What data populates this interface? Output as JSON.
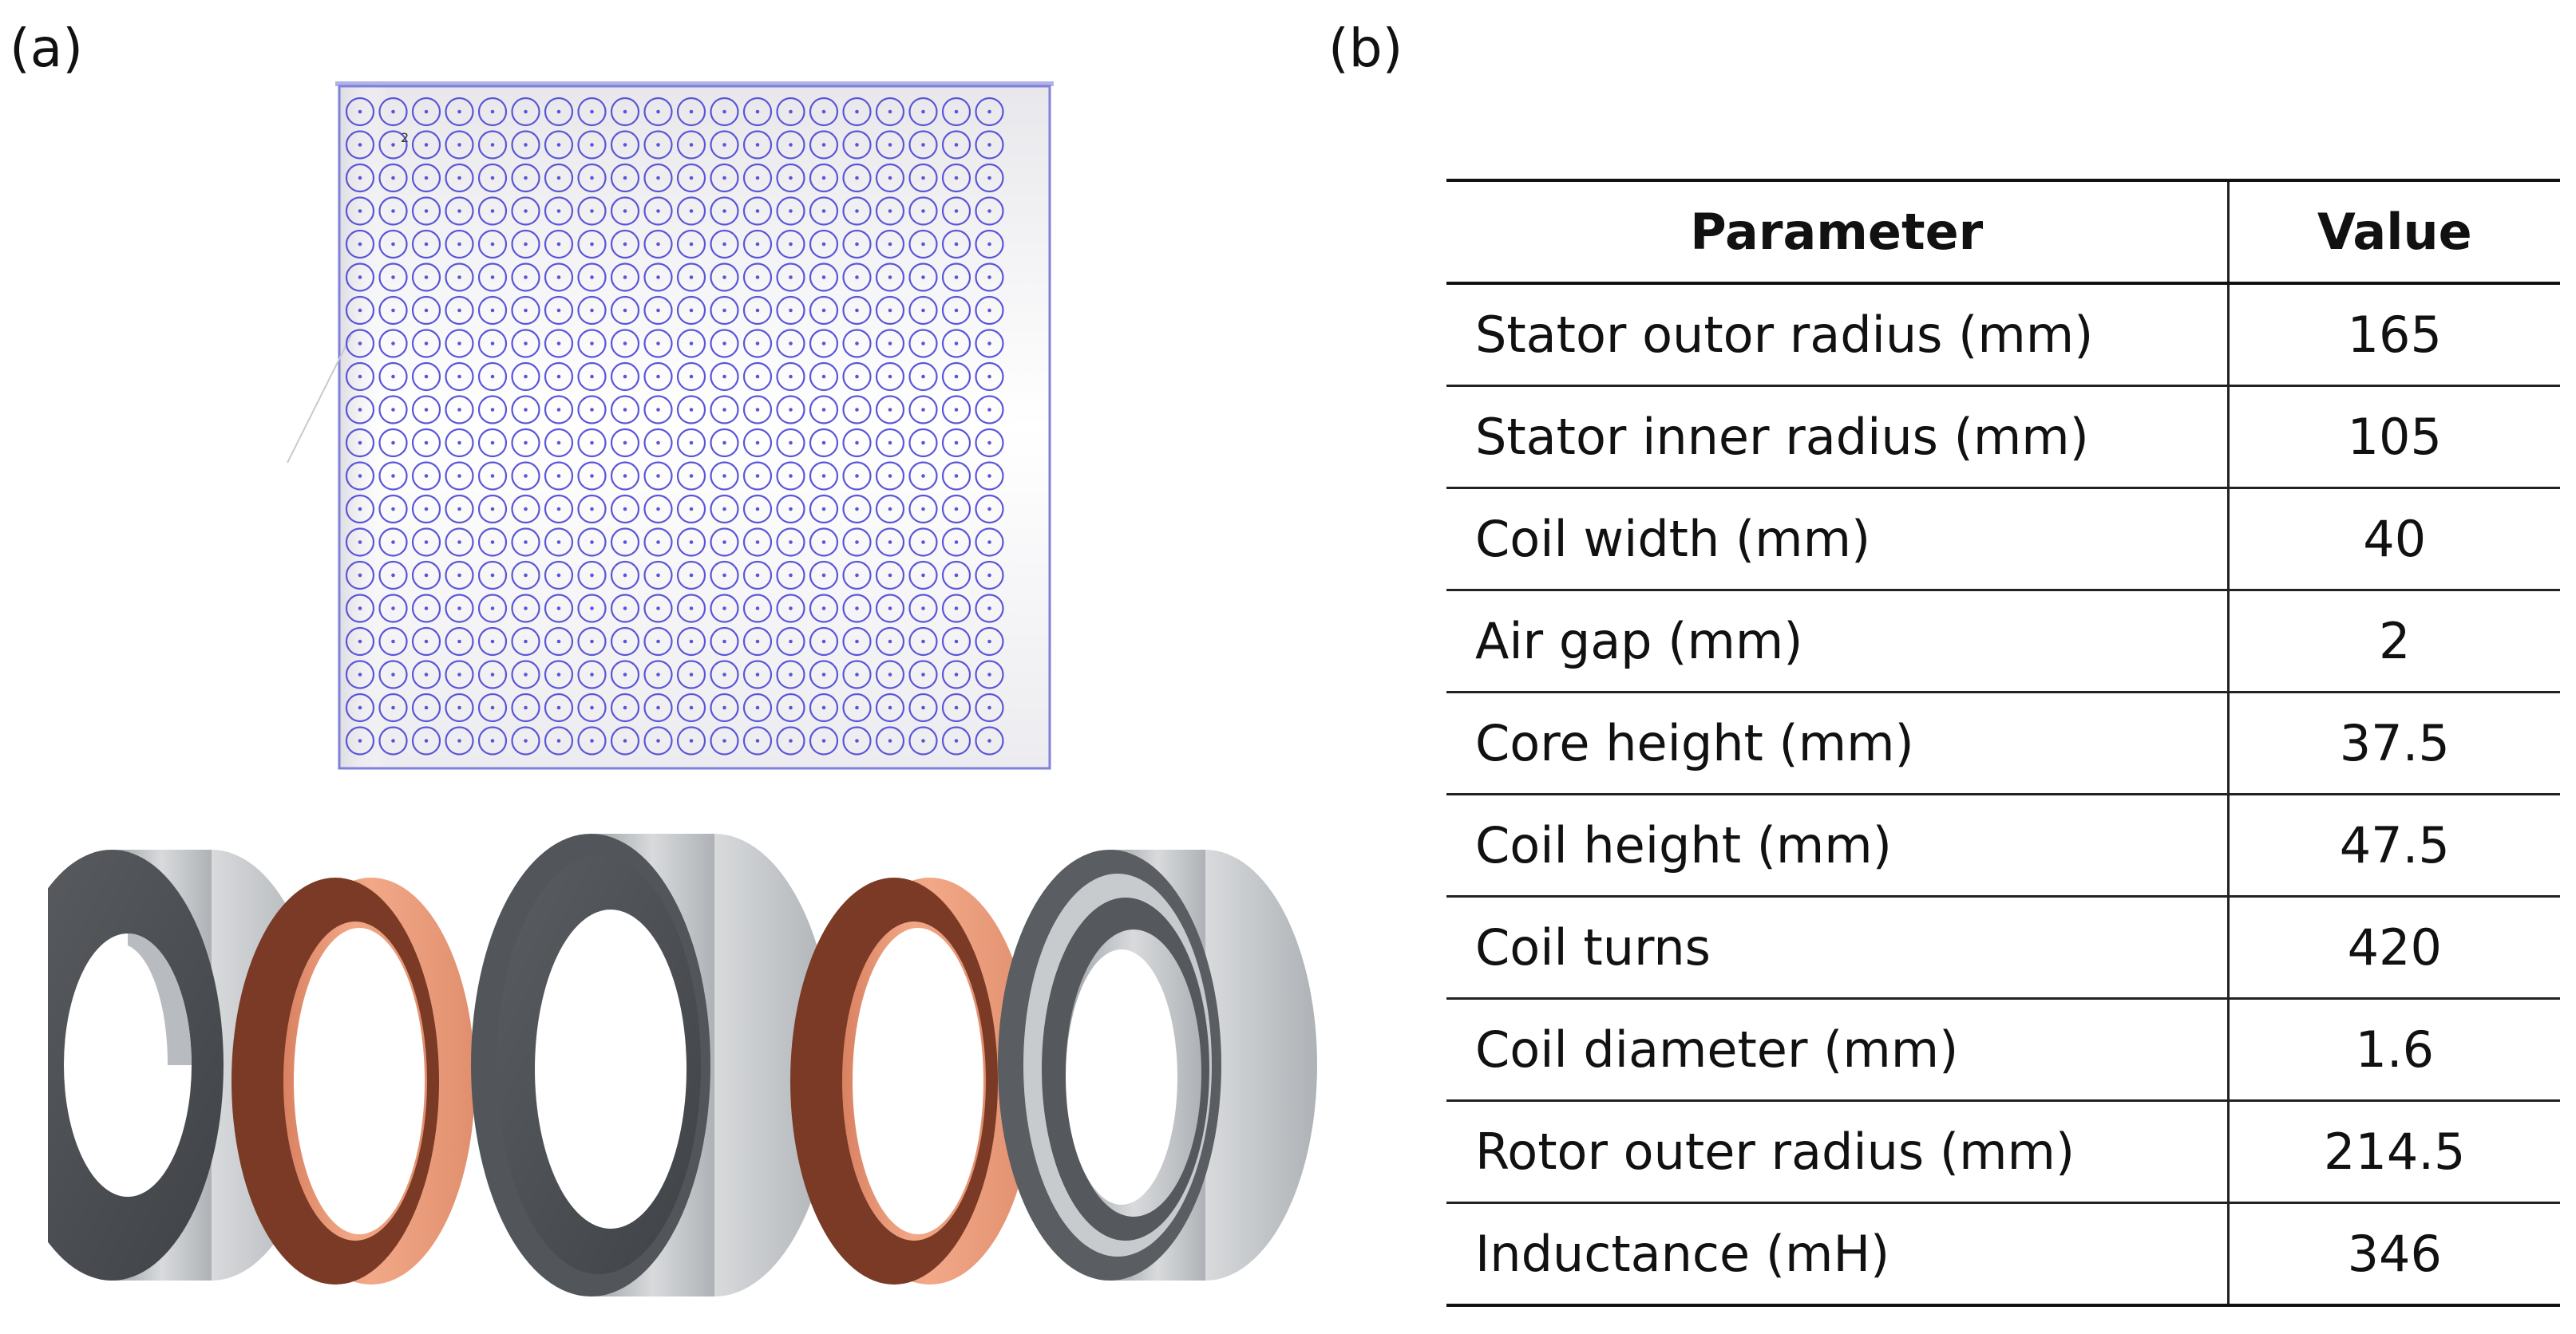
{
  "panels": {
    "a_label": "(a)",
    "b_label": "(b)"
  },
  "coil_grid": {
    "rows": 20,
    "cols": 20,
    "marker_text": "2",
    "line_color": "#5a55d8",
    "frame_color": "#7f80d8"
  },
  "exploded_assembly": {
    "parts": [
      "core-ring",
      "coil-ring",
      "rotor-ring",
      "coil-ring",
      "core-ring"
    ],
    "colors": {
      "steel": "#b9bcbf",
      "steel_dark": "#4a4d51",
      "copper": "#e4906e",
      "copper_dark": "#7a3a26"
    }
  },
  "table": {
    "header": {
      "parameter": "Parameter",
      "value": "Value"
    },
    "rows": [
      {
        "parameter": "Stator outor radius (mm)",
        "value": "165"
      },
      {
        "parameter": "Stator inner radius (mm)",
        "value": "105"
      },
      {
        "parameter": "Coil width (mm)",
        "value": "40"
      },
      {
        "parameter": "Air gap (mm)",
        "value": "2"
      },
      {
        "parameter": "Core height (mm)",
        "value": "37.5"
      },
      {
        "parameter": "Coil height (mm)",
        "value": "47.5"
      },
      {
        "parameter": "Coil turns",
        "value": "420"
      },
      {
        "parameter": "Coil diameter (mm)",
        "value": "1.6"
      },
      {
        "parameter": "Rotor outer radius (mm)",
        "value": "214.5"
      },
      {
        "parameter": "Inductance (mH)",
        "value": "346"
      }
    ]
  }
}
